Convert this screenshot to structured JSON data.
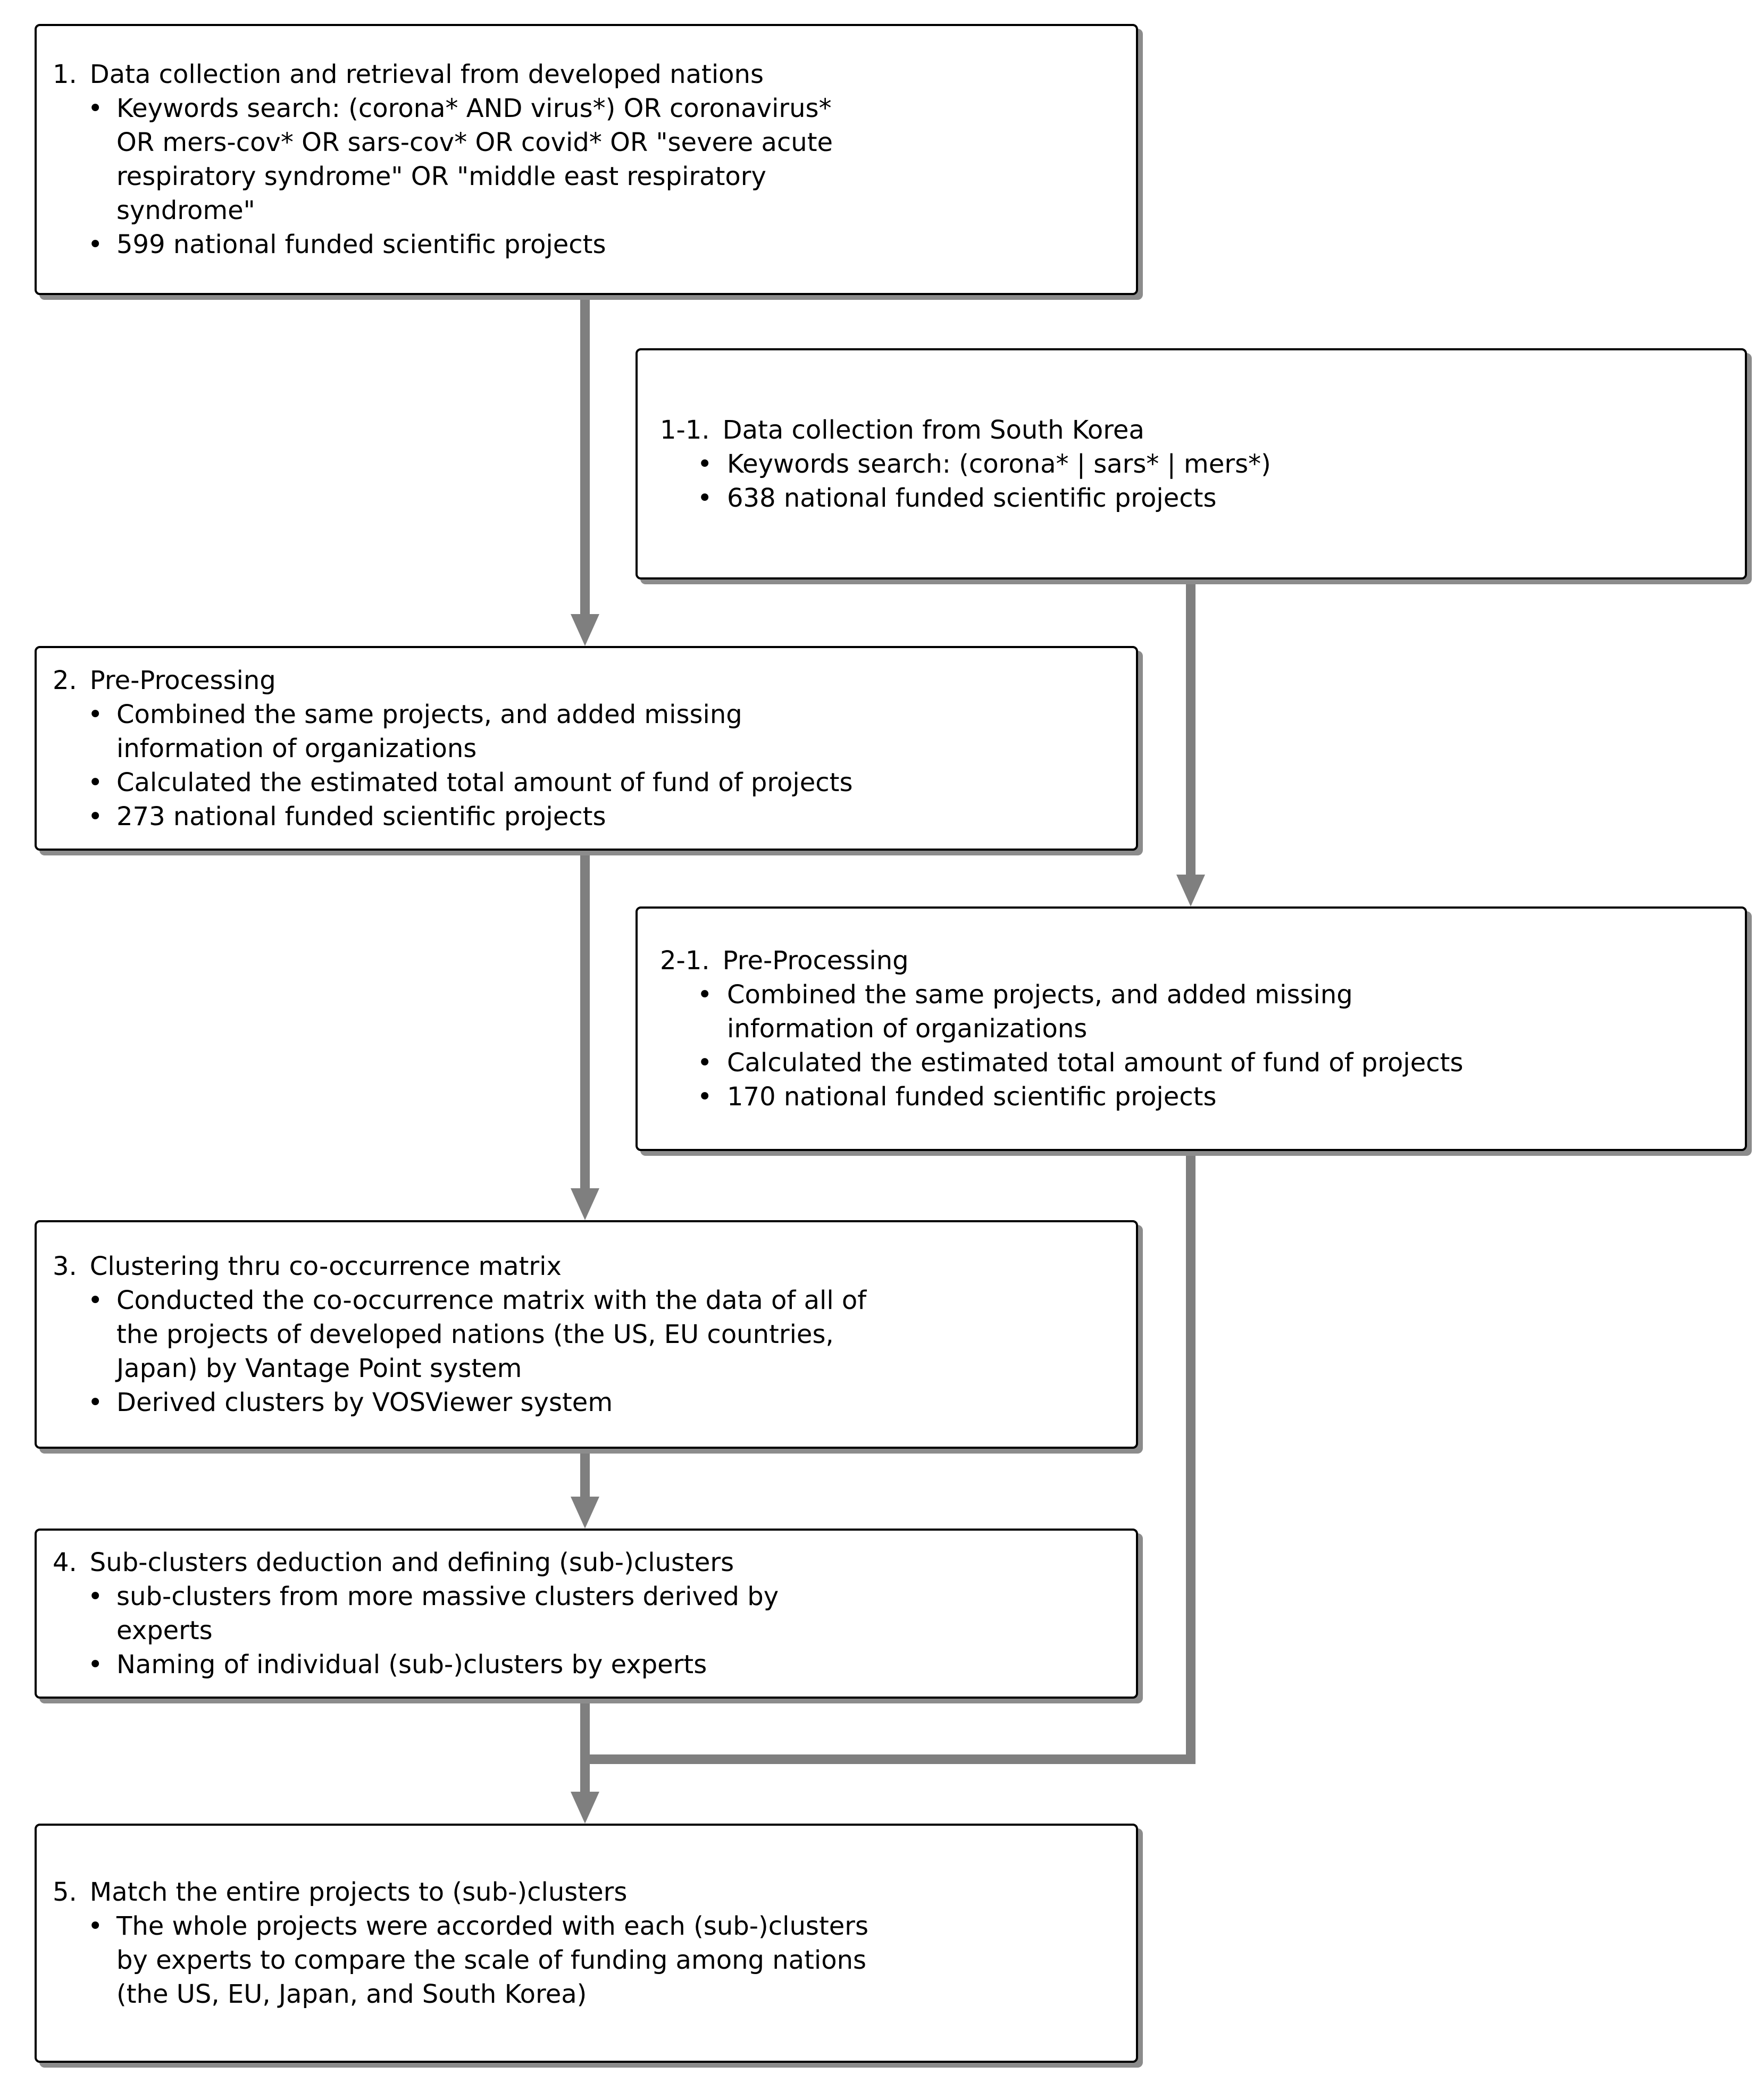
{
  "colors": {
    "background": "#ffffff",
    "box_fill": "#ffffff",
    "box_border": "#000000",
    "box_shadow": "#8c8c8c",
    "connector": "#7f7f7f",
    "text": "#000000"
  },
  "boxes": [
    {
      "id": "step-1",
      "num": "1.",
      "title": "Data collection and retrieval from developed nations",
      "bullets": [
        [
          "Keywords search: (corona* AND virus*) OR coronavirus*",
          "OR mers-cov* OR sars-cov* OR covid* OR \"severe acute",
          "respiratory syndrome\" OR \"middle east respiratory",
          "syndrome\""
        ],
        [
          "599 national funded scientific projects"
        ]
      ]
    },
    {
      "id": "step-1-1",
      "num": "1-1.",
      "title": "Data collection from South Korea",
      "bullets": [
        [
          "Keywords search: (corona* | sars* | mers*)"
        ],
        [
          "638 national funded scientific projects"
        ]
      ]
    },
    {
      "id": "step-2",
      "num": "2.",
      "title": "Pre-Processing",
      "bullets": [
        [
          "Combined the same projects, and added missing",
          "information of organizations"
        ],
        [
          "Calculated the estimated total amount of fund of projects"
        ],
        [
          "273 national funded scientific projects"
        ]
      ]
    },
    {
      "id": "step-2-1",
      "num": "2-1.",
      "title": "Pre-Processing",
      "bullets": [
        [
          "Combined the same projects, and added missing",
          "information of organizations"
        ],
        [
          "Calculated the estimated total amount of fund of projects"
        ],
        [
          "170 national funded scientific projects"
        ]
      ]
    },
    {
      "id": "step-3",
      "num": "3.",
      "title": "Clustering thru co-occurrence matrix",
      "bullets": [
        [
          "Conducted the co-occurrence matrix with the data of all of",
          "the projects of developed nations (the US, EU countries,",
          "Japan) by Vantage Point system"
        ],
        [
          "Derived clusters by VOSViewer system"
        ]
      ]
    },
    {
      "id": "step-4",
      "num": "4.",
      "title": "Sub-clusters deduction and defining (sub-)clusters",
      "bullets": [
        [
          "sub-clusters from more massive clusters derived by",
          "experts"
        ],
        [
          "Naming of individual (sub-)clusters by experts"
        ]
      ]
    },
    {
      "id": "step-5",
      "num": "5.",
      "title": "Match the entire projects to (sub-)clusters",
      "bullets": [
        [
          "The whole projects were accorded with each (sub-)clusters",
          "by experts to compare the scale of funding among nations",
          "(the US, EU, Japan, and South Korea)"
        ]
      ]
    }
  ]
}
